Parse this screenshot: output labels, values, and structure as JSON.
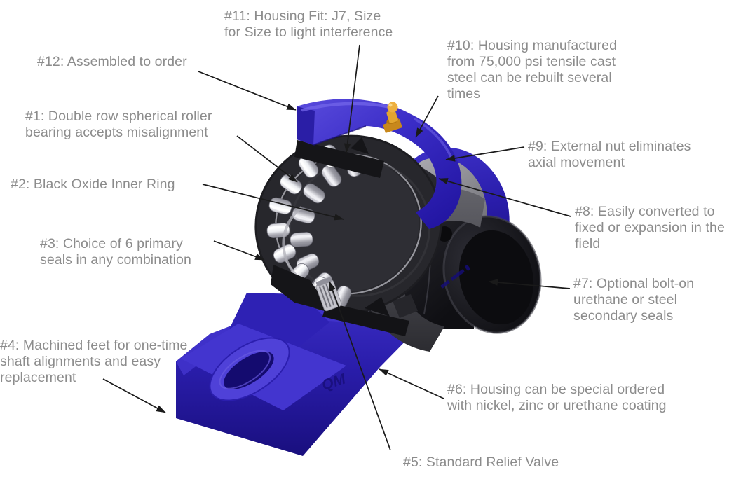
{
  "diagram": {
    "type": "annotated-part-diagram",
    "subject": "Pillow block spherical roller bearing cutaway with numbered feature callouts",
    "background_color": "#ffffff",
    "text_color": "#8c8c8c",
    "arrow_color": "#1a1a1a",
    "housing_color": "#2e21b4",
    "roller_color": "#eceef2",
    "steel_color": "#8f8f96",
    "grease_fitting_color": "#e8a935",
    "markings": {
      "logo": "QM"
    },
    "callouts": [
      {
        "id": "#1",
        "lines": [
          "#1: Double row spherical roller",
          "bearing accepts misalignment"
        ]
      },
      {
        "id": "#2",
        "lines": [
          "#2: Black Oxide Inner Ring"
        ]
      },
      {
        "id": "#3",
        "lines": [
          "#3: Choice of 6 primary",
          "seals in any combination"
        ]
      },
      {
        "id": "#4",
        "lines": [
          "#4: Machined feet for one-time",
          "shaft alignments and easy",
          "replacement"
        ]
      },
      {
        "id": "#5",
        "lines": [
          "#5: Standard Relief Valve"
        ]
      },
      {
        "id": "#6",
        "lines": [
          "#6: Housing can be special ordered",
          "with nickel, zinc or urethane coating"
        ]
      },
      {
        "id": "#7",
        "lines": [
          "#7: Optional bolt-on",
          "urethane or steel",
          "secondary seals"
        ]
      },
      {
        "id": "#8",
        "lines": [
          "#8: Easily converted to",
          "fixed or expansion in the",
          "field"
        ]
      },
      {
        "id": "#9",
        "lines": [
          "#9: External nut eliminates",
          "axial movement"
        ]
      },
      {
        "id": "#10",
        "lines": [
          "#10: Housing manufactured",
          "from 75,000 psi tensile cast",
          "steel can be rebuilt several",
          "times"
        ]
      },
      {
        "id": "#11",
        "lines": [
          "#11: Housing Fit: J7, Size",
          "for Size to light interference"
        ]
      },
      {
        "id": "#12",
        "lines": [
          "#12: Assembled to order"
        ]
      }
    ]
  }
}
